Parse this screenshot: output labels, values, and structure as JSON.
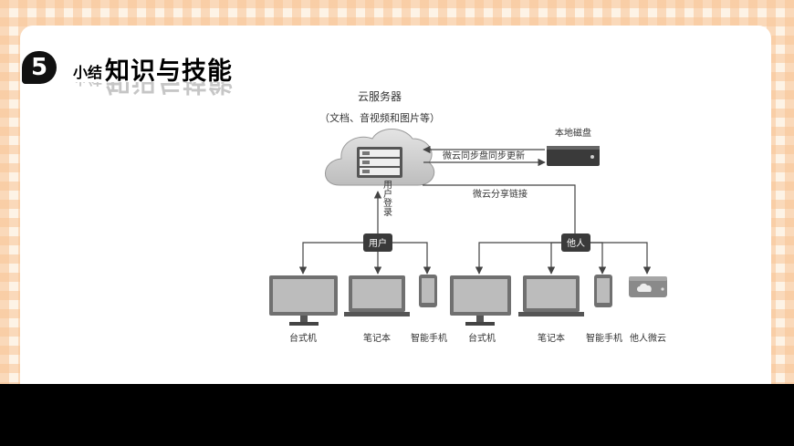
{
  "header": {
    "number": "5",
    "prefix": "小结",
    "title": "知识与技能"
  },
  "diagram": {
    "cloud_server": {
      "title": "云服务器",
      "subtitle": "（文档、音视频和图片等）"
    },
    "local_disk": {
      "label": "本地磁盘"
    },
    "sync_label": "微云同步盘同步更新",
    "share_label": "微云分享链接",
    "login_label": "用户登录",
    "user_node": {
      "label": "用户"
    },
    "other_node": {
      "label": "他人"
    },
    "user_devices": [
      "台式机",
      "笔记本",
      "智能手机"
    ],
    "other_devices": [
      "台式机",
      "笔记本",
      "智能手机",
      "他人微云"
    ]
  },
  "colors": {
    "line": "#444444",
    "device_fill": "#b8b8b8",
    "device_frame": "#707070",
    "cloud_fill": "#d0d0d0",
    "node_fill": "#3a3a3a"
  }
}
